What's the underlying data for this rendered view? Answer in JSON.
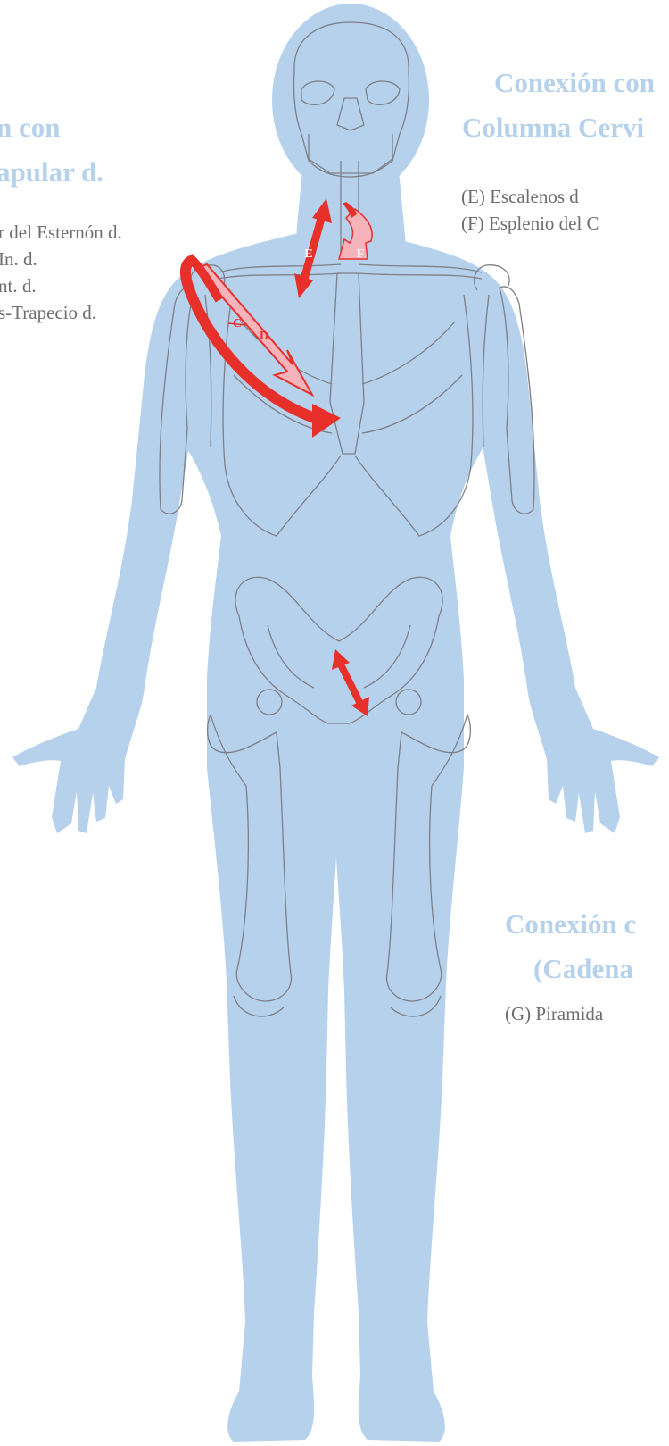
{
  "colors": {
    "body_fill": "#b6d1ec",
    "skeleton_stroke": "#7f7f86",
    "heading_color": "#b6d1ec",
    "text_color": "#6e6e6e",
    "arrow_red": "#e8302a",
    "arrow_pink": "#f7b3bc",
    "letter_white": "#ffffff",
    "letter_red": "#e8302a"
  },
  "left_group": {
    "heading_line1": "n con",
    "heading_line2": "apular d.",
    "items": [
      "r del Esternón d.",
      "In. d.",
      "nt. d.",
      "s-Trapecio d."
    ]
  },
  "right_top_group": {
    "heading_line1": "Conexión con",
    "heading_line2": "Columna Cervi",
    "items": [
      "(E) Escalenos d",
      "(F) Esplenio del C"
    ]
  },
  "right_bottom_group": {
    "heading_line1": "Conexión c",
    "heading_line2": "(Cadena",
    "items": [
      "(G) Piramida"
    ]
  },
  "arrow_labels": {
    "e": "E",
    "f": "F",
    "d": "D",
    "c": "C"
  }
}
